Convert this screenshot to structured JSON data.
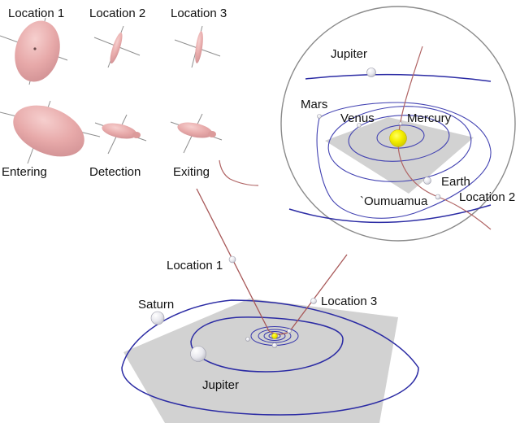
{
  "figure": {
    "shape_grid": {
      "top_row": [
        {
          "label": "Location 1"
        },
        {
          "label": "Location 2"
        },
        {
          "label": "Location 3"
        }
      ],
      "bottom_row": [
        {
          "label": "Entering"
        },
        {
          "label": "Detection"
        },
        {
          "label": "Exiting"
        }
      ]
    },
    "inset": {
      "labels": {
        "jupiter": "Jupiter",
        "mars": "Mars",
        "venus": "Venus",
        "mercury": "Mercury",
        "earth": "Earth",
        "oumuamua": "`Oumuamua",
        "location2": "Location 2"
      }
    },
    "overview": {
      "labels": {
        "location1": "Location 1",
        "saturn": "Saturn",
        "location3": "Location 3",
        "jupiter": "Jupiter"
      }
    },
    "colors": {
      "ellipsoid_pink": "#e8a8a8",
      "orbit_blue": "#2b2ba4",
      "trajectory_red": "#a85858",
      "ecliptic_plane_gray": "#d2d2d2",
      "sun_yellow": "#f5ef00",
      "inset_boundary_gray": "#8a8a8a"
    }
  }
}
